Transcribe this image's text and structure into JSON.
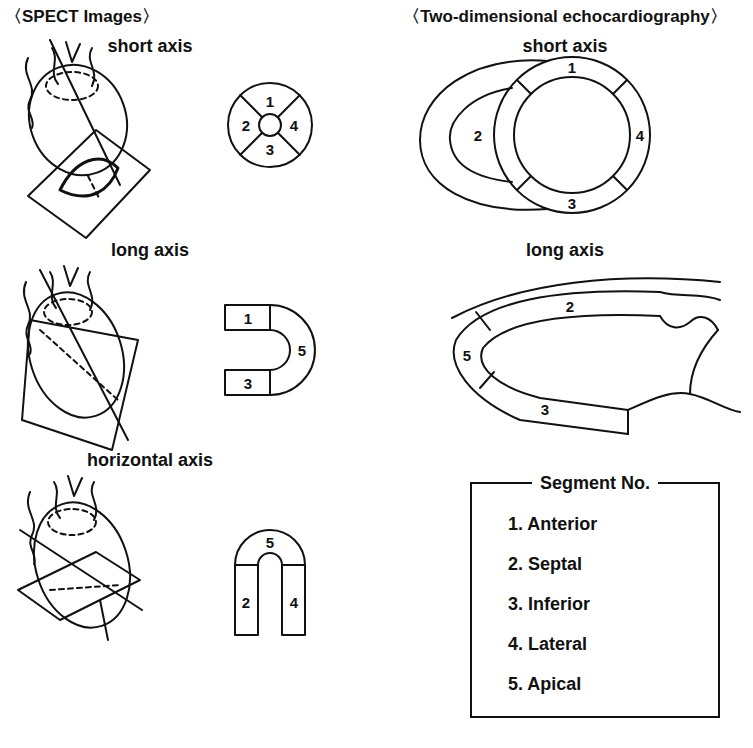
{
  "diagram": {
    "nodes": [
      {
        "text": [
          "Segment No.",
          "1. Anterior",
          "2. Septal",
          "3. Inferior",
          "4. Lateral",
          "5. Apical"
        ]
      }
    ],
    "labels": [
      "〈SPECT Images〉",
      "〈Two-dimensional echocardiography〉",
      "short axis",
      "short axis",
      "1",
      "2",
      "3",
      "4",
      "1",
      "2",
      "4",
      "3",
      "long axis",
      "long axis",
      "1",
      "5",
      "3",
      "5",
      "2",
      "3",
      "horizontal axis",
      "5",
      "2",
      "4"
    ]
  }
}
